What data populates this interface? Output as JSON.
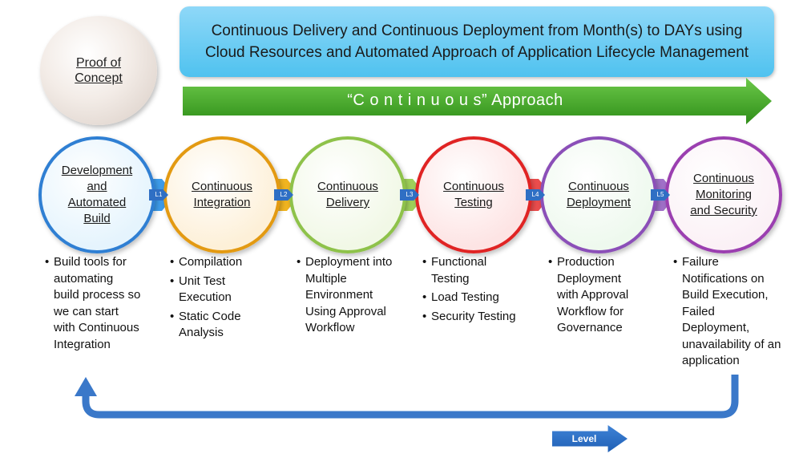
{
  "proof_of_concept": "Proof of\nConcept",
  "banner": "Continuous Delivery and Continuous Deployment from Month(s) to DAYs using Cloud Resources and Automated Approach of Application Lifecycle Management",
  "approach": "“C o n t i n u o u s” Approach",
  "stages": [
    {
      "label": "Development\nand\nAutomated\nBuild",
      "border": "#2f7fd3",
      "fill": "#e5f4fd",
      "items": [
        "Build tools for automating build process so we can start with Continuous Integration"
      ]
    },
    {
      "label": "Continuous\nIntegration",
      "border": "#e39a12",
      "fill": "#fdf0d8",
      "items": [
        "Compilation",
        "Unit Test Execution",
        "Static Code Analysis"
      ]
    },
    {
      "label": "Continuous\nDelivery",
      "border": "#8ec24a",
      "fill": "#f1f8e6",
      "items": [
        "Deployment into Multiple Environment Using Approval Workflow"
      ]
    },
    {
      "label": "Continuous\nTesting",
      "border": "#e02424",
      "fill": "#fde4e4",
      "items": [
        "Functional Testing",
        "Load Testing",
        "Security Testing"
      ]
    },
    {
      "label": "Continuous\nDeployment",
      "border": "#8b4fb8",
      "fill": "#eef9ee",
      "items": [
        "Production Deployment with Approval Workflow for Governance"
      ]
    },
    {
      "label": "Continuous\nMonitoring\nand Security",
      "border": "#9b3fb0",
      "fill": "#fbf1f6",
      "items": [
        "Failure Notifications on Build Execution, Failed Deployment, unavailability of an application"
      ]
    }
  ],
  "levels": [
    "L1",
    "L2",
    "L3",
    "L4",
    "L5"
  ],
  "connector_colors": [
    "#3d9be9",
    "#f0b420",
    "#9fd05a",
    "#ea4d4d",
    "#a070c8"
  ],
  "level_arrow_label": "Level",
  "colors": {
    "banner": "#4fc2ef",
    "approach_arrow": "#4caf2c",
    "loop_arrow": "#3a78c9"
  }
}
